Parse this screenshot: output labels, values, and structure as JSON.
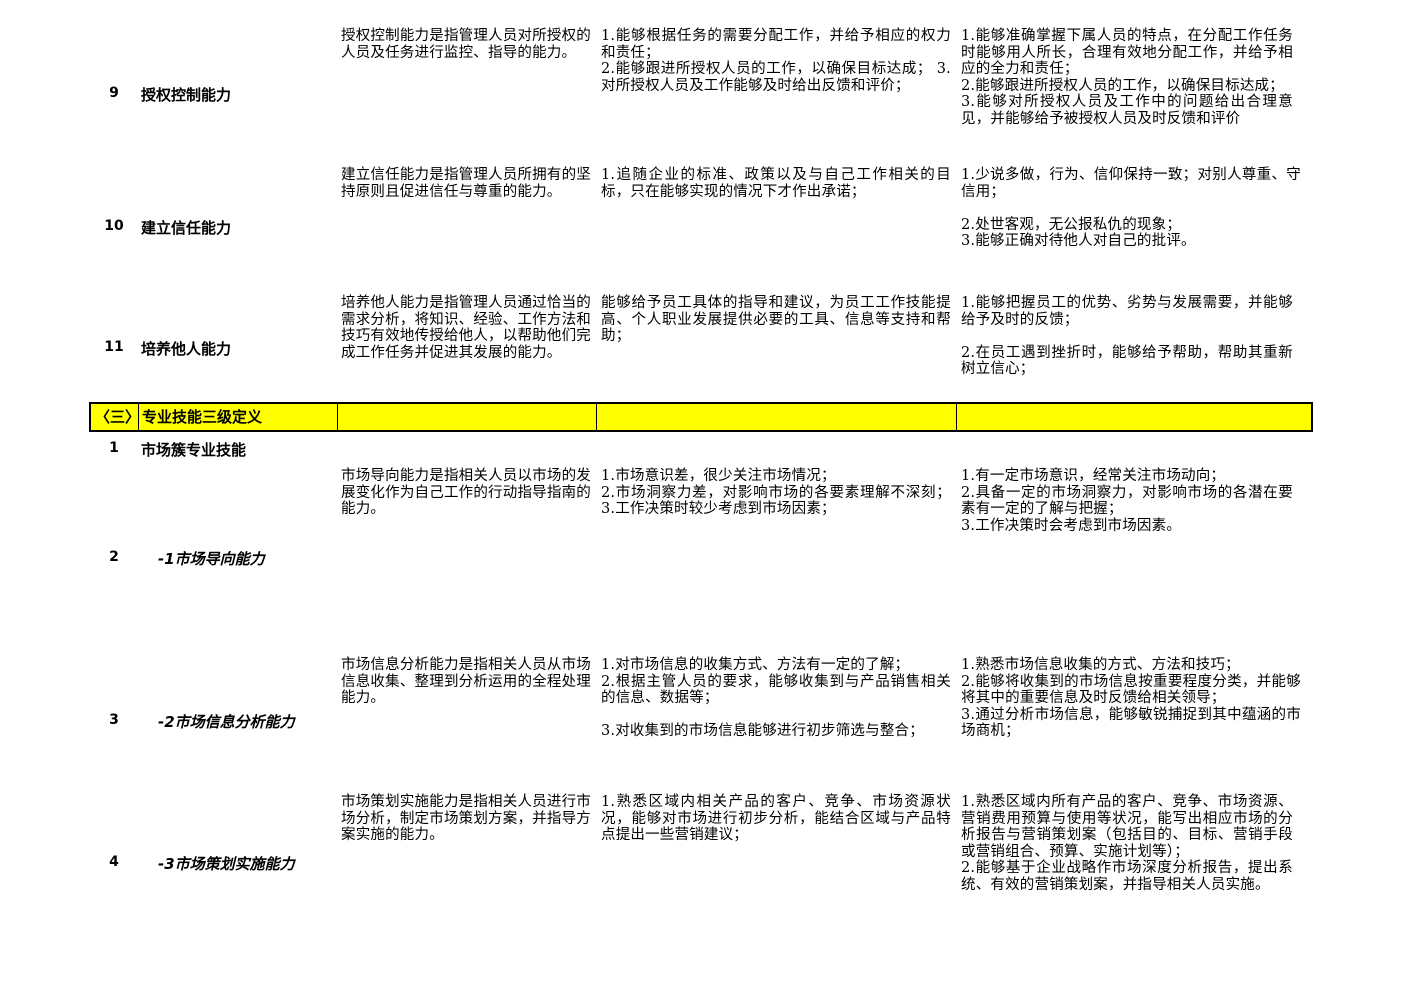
{
  "rows_top": [
    {
      "num": "9",
      "name": "授权控制能力",
      "definition": "授权控制能力是指管理人员对所授权的人员及任务进行监控、指导的能力。",
      "level1": "1.能够根据任务的需要分配工作，并给予相应的权力和责任；\n                          2.能够跟进所授权人员的工作，以确保目标达成；                     3.对所授权人员及工作能够及时给出反馈和评价；",
      "level2": "1.能够准确掌握下属人员的特点，在分配工作任务时能够用人所长，合理有效地分配工作，并给予相应的全力和责任；\n                            2.能够跟进所授权人员的工作，以确保目标达成；\n3.能够对所授权人员及工作中的问题给出合理意见，并能够给予被授权人员及时反馈和评价"
    },
    {
      "num": "10",
      "name": "建立信任能力",
      "definition": "建立信任能力是指管理人员所拥有的坚持原则且促进信任与尊重的能力。",
      "level1": "1.追随企业的标准、政策以及与自己工作相关的目标，只在能够实现的情况下才作出承诺；",
      "level2": "1.少说多做，行为、信仰保持一致；对别人尊重、守信用；\n\n                                    2.处世客观，无公报私仇的现象；\n                      3.能够正确对待他人对自己的批评。"
    },
    {
      "num": "11",
      "name": "培养他人能力",
      "definition": "培养他人能力是指管理人员通过恰当的需求分析，将知识、经验、工作方法和技巧有效地传授给他人，以帮助他们完成工作任务并促进其发展的能力。",
      "level1": "能够给予员工具体的指导和建议，为员工工作技能提高、个人职业发展提供必要的工具、信息等支持和帮助；",
      "level2": "1.能够把握员工的优势、劣势与发展需要，并能够给予及时的反馈；\n\n                      2.在员工遇到挫折时，能够给予帮助，帮助其重新树立信心；"
    }
  ],
  "section": {
    "label": "〈三〉",
    "title": "专业技能三级定义"
  },
  "rows_bottom": [
    {
      "num": "1",
      "name": "市场簇专业技能"
    },
    {
      "num": "2",
      "name": "-1市场导向能力",
      "definition": "市场导向能力是指相关人员以市场的发展变化作为自己工作的行动指导指南的能力。",
      "level1": "1.市场意识差，很少关注市场情况；\n                              2.市场洞察力差，对影响市场的各要素理解不深刻；3.工作决策时较少考虑到市场因素；",
      "level2": "1.有一定市场意识，经常关注市场动向；\n                                  2.具备一定的市场洞察力，对影响市场的各潜在要素有一定的了解与把握；\n                                          3.工作决策时会考虑到市场因素。"
    },
    {
      "num": "3",
      "name": "-2市场信息分析能力",
      "definition": "市场信息分析能力是指相关人员从市场信息收集、整理到分析运用的全程处理能力。",
      "level1": "1.对市场信息的收集方式、方法有一定的了解；\n                  2.根据主管人员的要求，能够收集到与产品销售相关的信息、数据等；\n\n                           3.对收集到的市场信息能够进行初步筛选与整合；",
      "level2": "1.熟悉市场信息收集的方式、方法和技巧；\n                  2.能够将收集到的市场信息按重要程度分类，并能够将其中的重要信息及时反馈给相关领导；\n3.通过分析市场信息，能够敏锐捕捉到其中蕴涵的市场商机；"
    },
    {
      "num": "4",
      "name": "-3市场策划实施能力",
      "definition": "市场策划实施能力是指相关人员进行市场分析，制定市场策划方案，并指导方案实施的能力。",
      "level1": "1.熟悉区域内相关产品的客户、竞争、市场资源状况，能够对市场进行初步分析，能结合区域与产品特点提出一些营销建议；",
      "level2": "1.熟悉区域内所有产品的客户、竞争、市场资源、营销费用预算与使用等状况，能写出相应市场的分析报告与营销策划案（包括目的、目标、营销手段或营销组合、预算、实施计划等）；\n                      2.能够基于企业战略作市场深度分析报告，提出系统、有效的营销策划案，并指导相关人员实施。"
    }
  ]
}
